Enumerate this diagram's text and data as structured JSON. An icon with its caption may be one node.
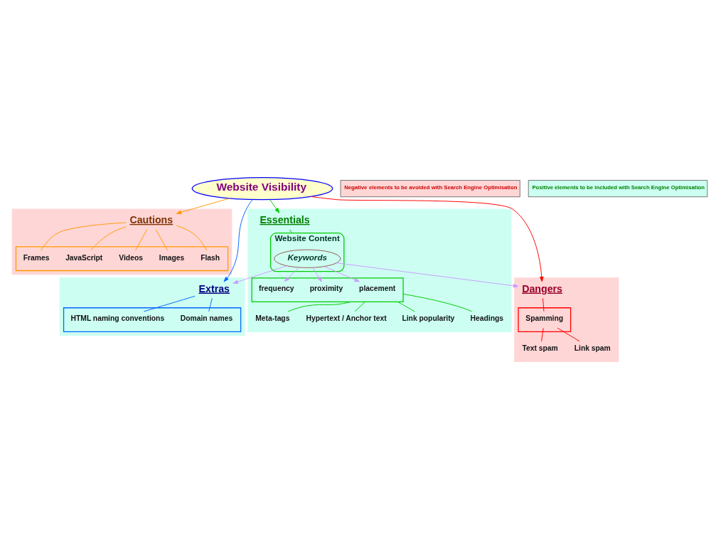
{
  "diagram": {
    "nodes": [
      {
        "text": [
          "Website Visibility"
        ]
      },
      {
        "text": [],
        "shape": "box"
      },
      {
        "text": [
          "Cautions"
        ],
        "in": 1
      },
      {
        "text": [],
        "shape": "box",
        "in": 1
      },
      {
        "text": [
          "Flash"
        ],
        "in": 3
      },
      {
        "text": [
          "Images"
        ],
        "in": 3
      },
      {
        "text": [
          "Videos"
        ],
        "in": 3
      },
      {
        "text": [
          "JavaScript"
        ],
        "in": 3
      },
      {
        "text": [
          "Frames"
        ],
        "in": 3
      },
      {
        "text": [],
        "shape": "box"
      },
      {
        "text": [
          "Extras"
        ],
        "in": 9
      },
      {
        "text": [],
        "shape": "box",
        "in": 9
      },
      {
        "text": [
          "Domain names"
        ],
        "in": 11
      },
      {
        "text": [
          "HTML naming conventions"
        ],
        "in": 11
      },
      {
        "text": [],
        "shape": "box"
      },
      {
        "text": [
          "Essentials"
        ],
        "in": 14
      },
      {
        "text": [
          "Website Content"
        ],
        "in": 14
      },
      {
        "text": [
          "Keywords"
        ],
        "in": 16
      },
      {
        "text": [],
        "shape": "box",
        "in": 14
      },
      {
        "text": [
          "placement"
        ],
        "in": 18
      },
      {
        "text": [
          "proximity"
        ],
        "in": 18
      },
      {
        "text": [
          "frequency"
        ],
        "in": 18
      },
      {
        "text": [
          "Meta-tags"
        ],
        "in": 14
      },
      {
        "text": [
          "Hypertext / Anchor text"
        ],
        "in": 14
      },
      {
        "text": [
          "Link popularity"
        ],
        "in": 14
      },
      {
        "text": [
          "Headings"
        ],
        "in": 14
      },
      {
        "text": [],
        "shape": "box"
      },
      {
        "text": [
          "Dangers"
        ],
        "in": 26
      },
      {
        "text": [],
        "shape": "box",
        "in": 26
      },
      {
        "text": [
          "Spamming"
        ],
        "in": 28
      },
      {
        "text": [
          "Text spam"
        ],
        "in": 26
      },
      {
        "text": [
          "Link spam"
        ],
        "in": 26
      },
      {
        "text": [
          "Negative elements to be avoided with Search Engine Optimisation"
        ]
      },
      {
        "text": [
          "Positive elements to be included with Search Engine Optimisation"
        ]
      }
    ],
    "edges": [
      {
        "from": 0,
        "to": 2,
        "arrow": "to",
        "color": "#ff9900"
      },
      {
        "from": 0,
        "to": 27,
        "arrow": "to",
        "color": "#ff0000"
      },
      {
        "from": 0,
        "to": 10,
        "arrow": "to",
        "color": "#0066ff"
      },
      {
        "from": 0,
        "to": 15,
        "arrow": "to",
        "color": "#00cc00"
      },
      {
        "from": 2,
        "to": 4,
        "arrow": "none",
        "color": "#ff9900"
      },
      {
        "from": 2,
        "to": 5,
        "arrow": "none",
        "color": "#ff9900"
      },
      {
        "from": 2,
        "to": 6,
        "arrow": "none",
        "color": "#ff9900"
      },
      {
        "from": 2,
        "to": 7,
        "arrow": "none",
        "color": "#ff9900"
      },
      {
        "from": 2,
        "to": 8,
        "arrow": "none",
        "color": "#ff9900"
      },
      {
        "from": 10,
        "to": 12,
        "arrow": "none",
        "color": "#0066ff"
      },
      {
        "from": 10,
        "to": 13,
        "arrow": "none",
        "color": "#0066ff"
      },
      {
        "from": 15,
        "to": 16,
        "arrow": "none",
        "color": "#00cc00"
      },
      {
        "from": 17,
        "to": 19,
        "arrow": "to",
        "color": "#cc99ff"
      },
      {
        "from": 17,
        "to": 20,
        "arrow": "to",
        "color": "#cc99ff"
      },
      {
        "from": 17,
        "to": 21,
        "arrow": "to",
        "color": "#cc99ff"
      },
      {
        "from": 17,
        "to": 10,
        "arrow": "to",
        "color": "#cc99ff"
      },
      {
        "from": 17,
        "to": 27,
        "arrow": "to",
        "color": "#cc99ff"
      },
      {
        "from": 18,
        "to": 22,
        "arrow": "none",
        "color": "#00cc00"
      },
      {
        "from": 18,
        "to": 23,
        "arrow": "none",
        "color": "#00cc00"
      },
      {
        "from": 18,
        "to": 24,
        "arrow": "none",
        "color": "#00cc00"
      },
      {
        "from": 18,
        "to": 25,
        "arrow": "none",
        "color": "#00cc00"
      },
      {
        "from": 27,
        "to": 29,
        "arrow": "none",
        "color": "#ff0000"
      },
      {
        "from": 29,
        "to": 30,
        "arrow": "none",
        "color": "#ff0000"
      },
      {
        "from": 29,
        "to": 31,
        "arrow": "none",
        "color": "#ff0000"
      }
    ]
  }
}
